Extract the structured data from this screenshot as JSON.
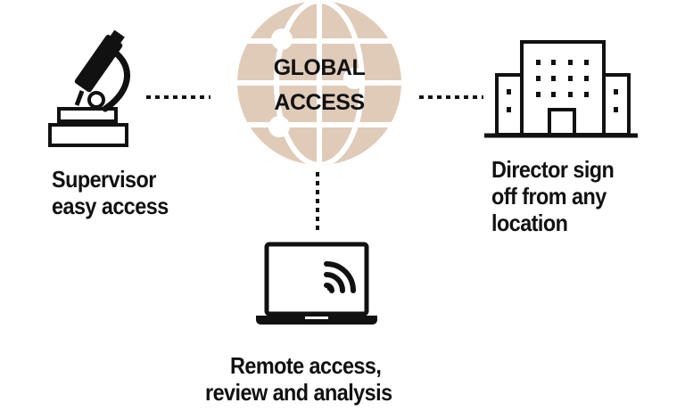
{
  "hub": {
    "line1": "GLOBAL",
    "line2": "ACCESS",
    "colors": {
      "globe_fill": "#e0cbb9",
      "globe_lines": "#ffffff",
      "ink": "#111111"
    },
    "icon": "globe-icon"
  },
  "nodes": {
    "supervisor": {
      "icon": "microscope-icon",
      "line1": "Supervisor",
      "line2": "easy access"
    },
    "director": {
      "icon": "office-building-icon",
      "line1": "Director sign",
      "line2": "off from any",
      "line3": "location"
    },
    "remote": {
      "icon": "laptop-wifi-icon",
      "line1": "Remote access,",
      "line2": "review and analysis"
    }
  }
}
